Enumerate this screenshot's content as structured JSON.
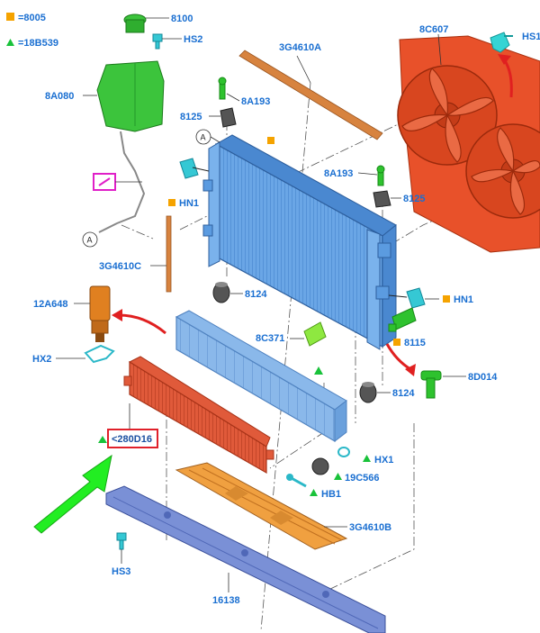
{
  "legend": {
    "square_label": "=8005",
    "triangle_label": "=18B539",
    "square_color": "#f5a300",
    "triangle_color": "#19c23a"
  },
  "callout_letter": "A",
  "parts": {
    "p8100": "8100",
    "hs2": "HS2",
    "p8a080": "8A080",
    "p8a193_top": "8A193",
    "p8125_top": "8125",
    "p3g4610a": "3G4610A",
    "p8c607": "8C607",
    "hs1_top": "HS1",
    "p8a193_right": "8A193",
    "p8125_right": "8125",
    "hn1_left": "HN1",
    "p3g4610c": "3G4610C",
    "p8124_center": "8124",
    "hn1_right": "HN1",
    "p12a648": "12A648",
    "p8c371": "8C371",
    "p8115": "8115",
    "hx2": "HX2",
    "p8d014": "8D014",
    "p8124_right": "8124",
    "p280d16": "<280D16",
    "hx1": "HX1",
    "p19c566": "19C566",
    "hb1": "HB1",
    "p3g4610b": "3G4610B",
    "hs3": "HS3",
    "p16138": "16138"
  },
  "colors": {
    "radiator": "#5b9be0",
    "fan_shroud": "#e8512a",
    "reservoir": "#3cc43c",
    "frame": "#7a90d6",
    "shield": "#f0a040",
    "strip": "#d7833f",
    "label": "#1a6fd1",
    "highlight_box": "#e0202a",
    "magenta_box": "#e020c8",
    "green_arrow": "#22ee22",
    "red_arrow": "#e02020"
  }
}
